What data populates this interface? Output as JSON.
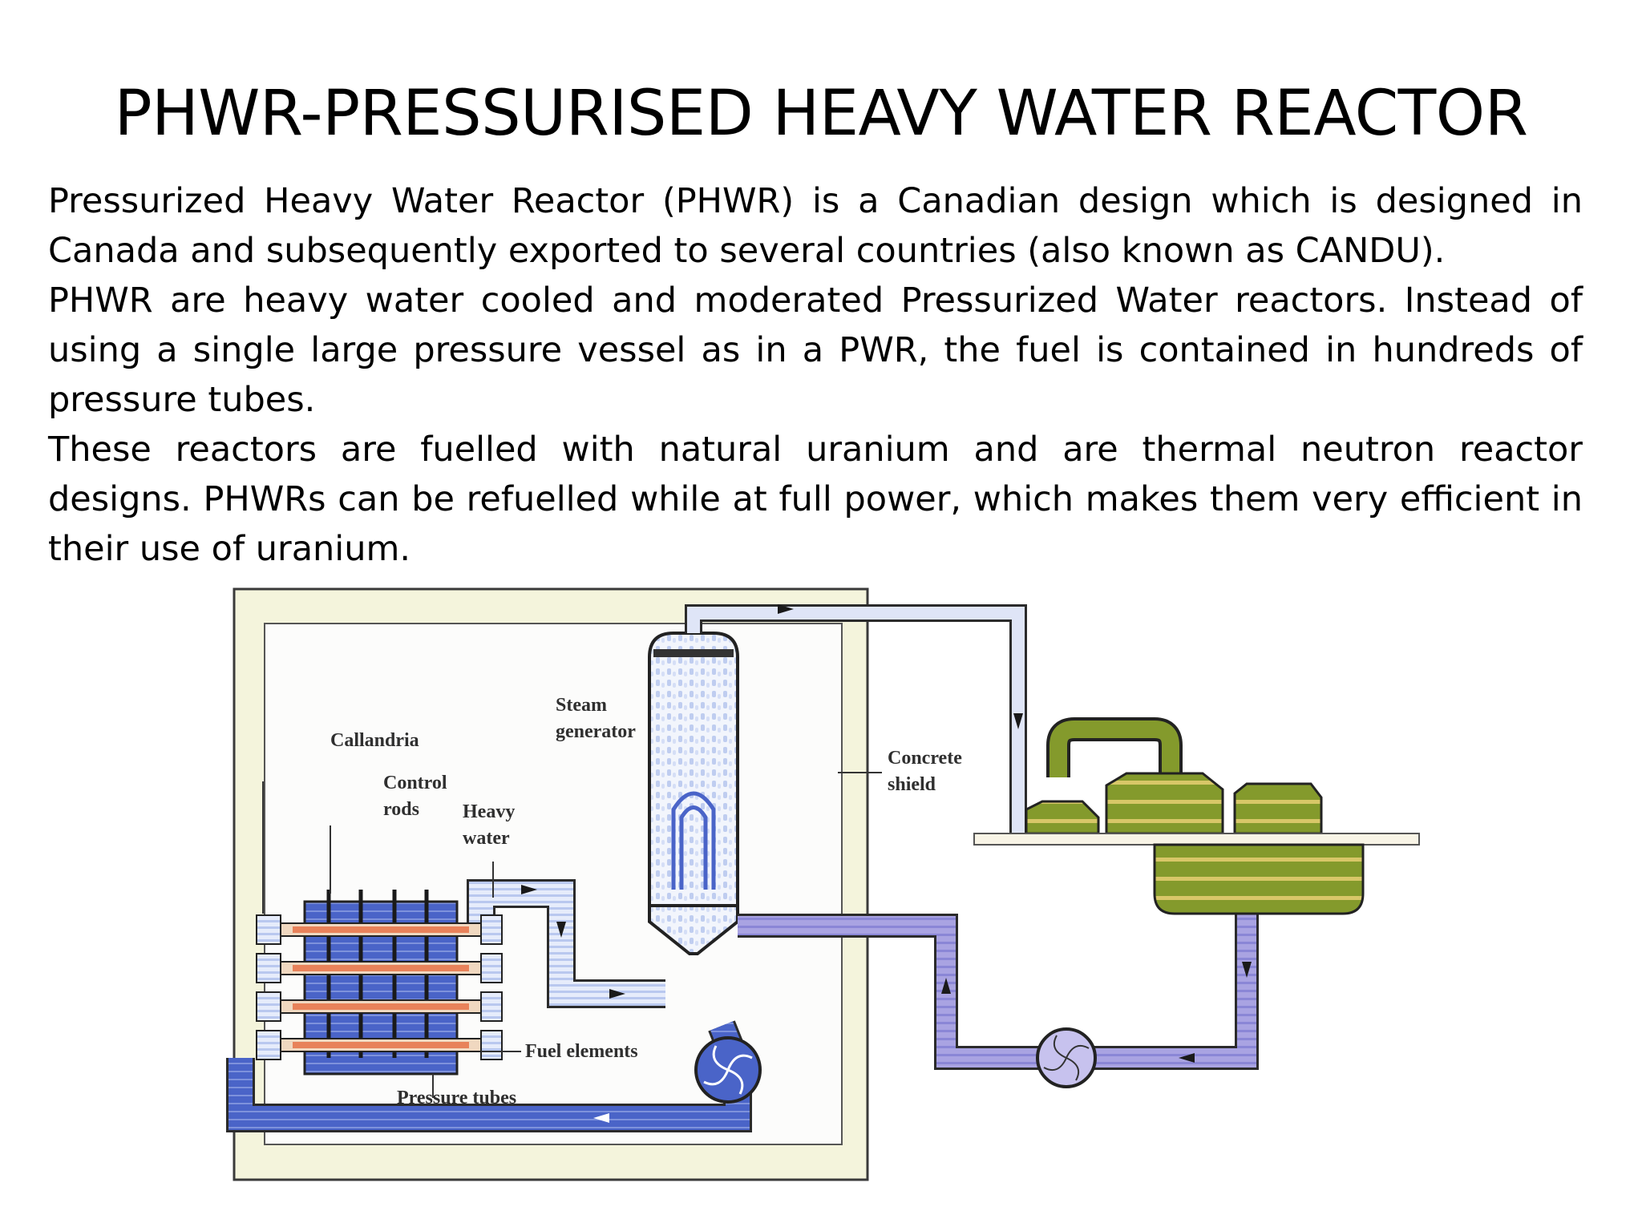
{
  "slide": {
    "title": "PHWR-PRESSURISED HEAVY WATER REACTOR",
    "paragraphs": [
      " Pressurized Heavy Water Reactor (PHWR) is a Canadian design which is designed in Canada and subsequently exported to several countries (also known as CANDU).",
      " PHWR are heavy water cooled and moderated Pressurized Water reactors. Instead of using a single large pressure vessel as in a PWR, the fuel is contained in hundreds of pressure tubes.",
      "These reactors are fuelled with natural uranium and are thermal neutron reactor designs. PHWRs can be refuelled while at full power, which makes them very efficient in their use of uranium."
    ]
  },
  "diagram": {
    "labels": {
      "callandria": "Callandria",
      "control_rods_1": "Control",
      "control_rods_2": "rods",
      "heavy_water_1": "Heavy",
      "heavy_water_2": "water",
      "steam_generator_1": "Steam",
      "steam_generator_2": "generator",
      "concrete_shield_1": "Concrete",
      "concrete_shield_2": "shield",
      "fuel_elements": "Fuel elements",
      "pressure_tubes": "Pressure tubes"
    },
    "colors": {
      "primary_coolant": "#4a64c8",
      "light_coolant": "#c8d4f2",
      "secondary_loop": "#a9a3e2",
      "turbine": "#849a2c",
      "turbine_stripe": "#d8c768",
      "building_fill": "#f5f5df",
      "fuel_hot": "#e8825a"
    }
  }
}
